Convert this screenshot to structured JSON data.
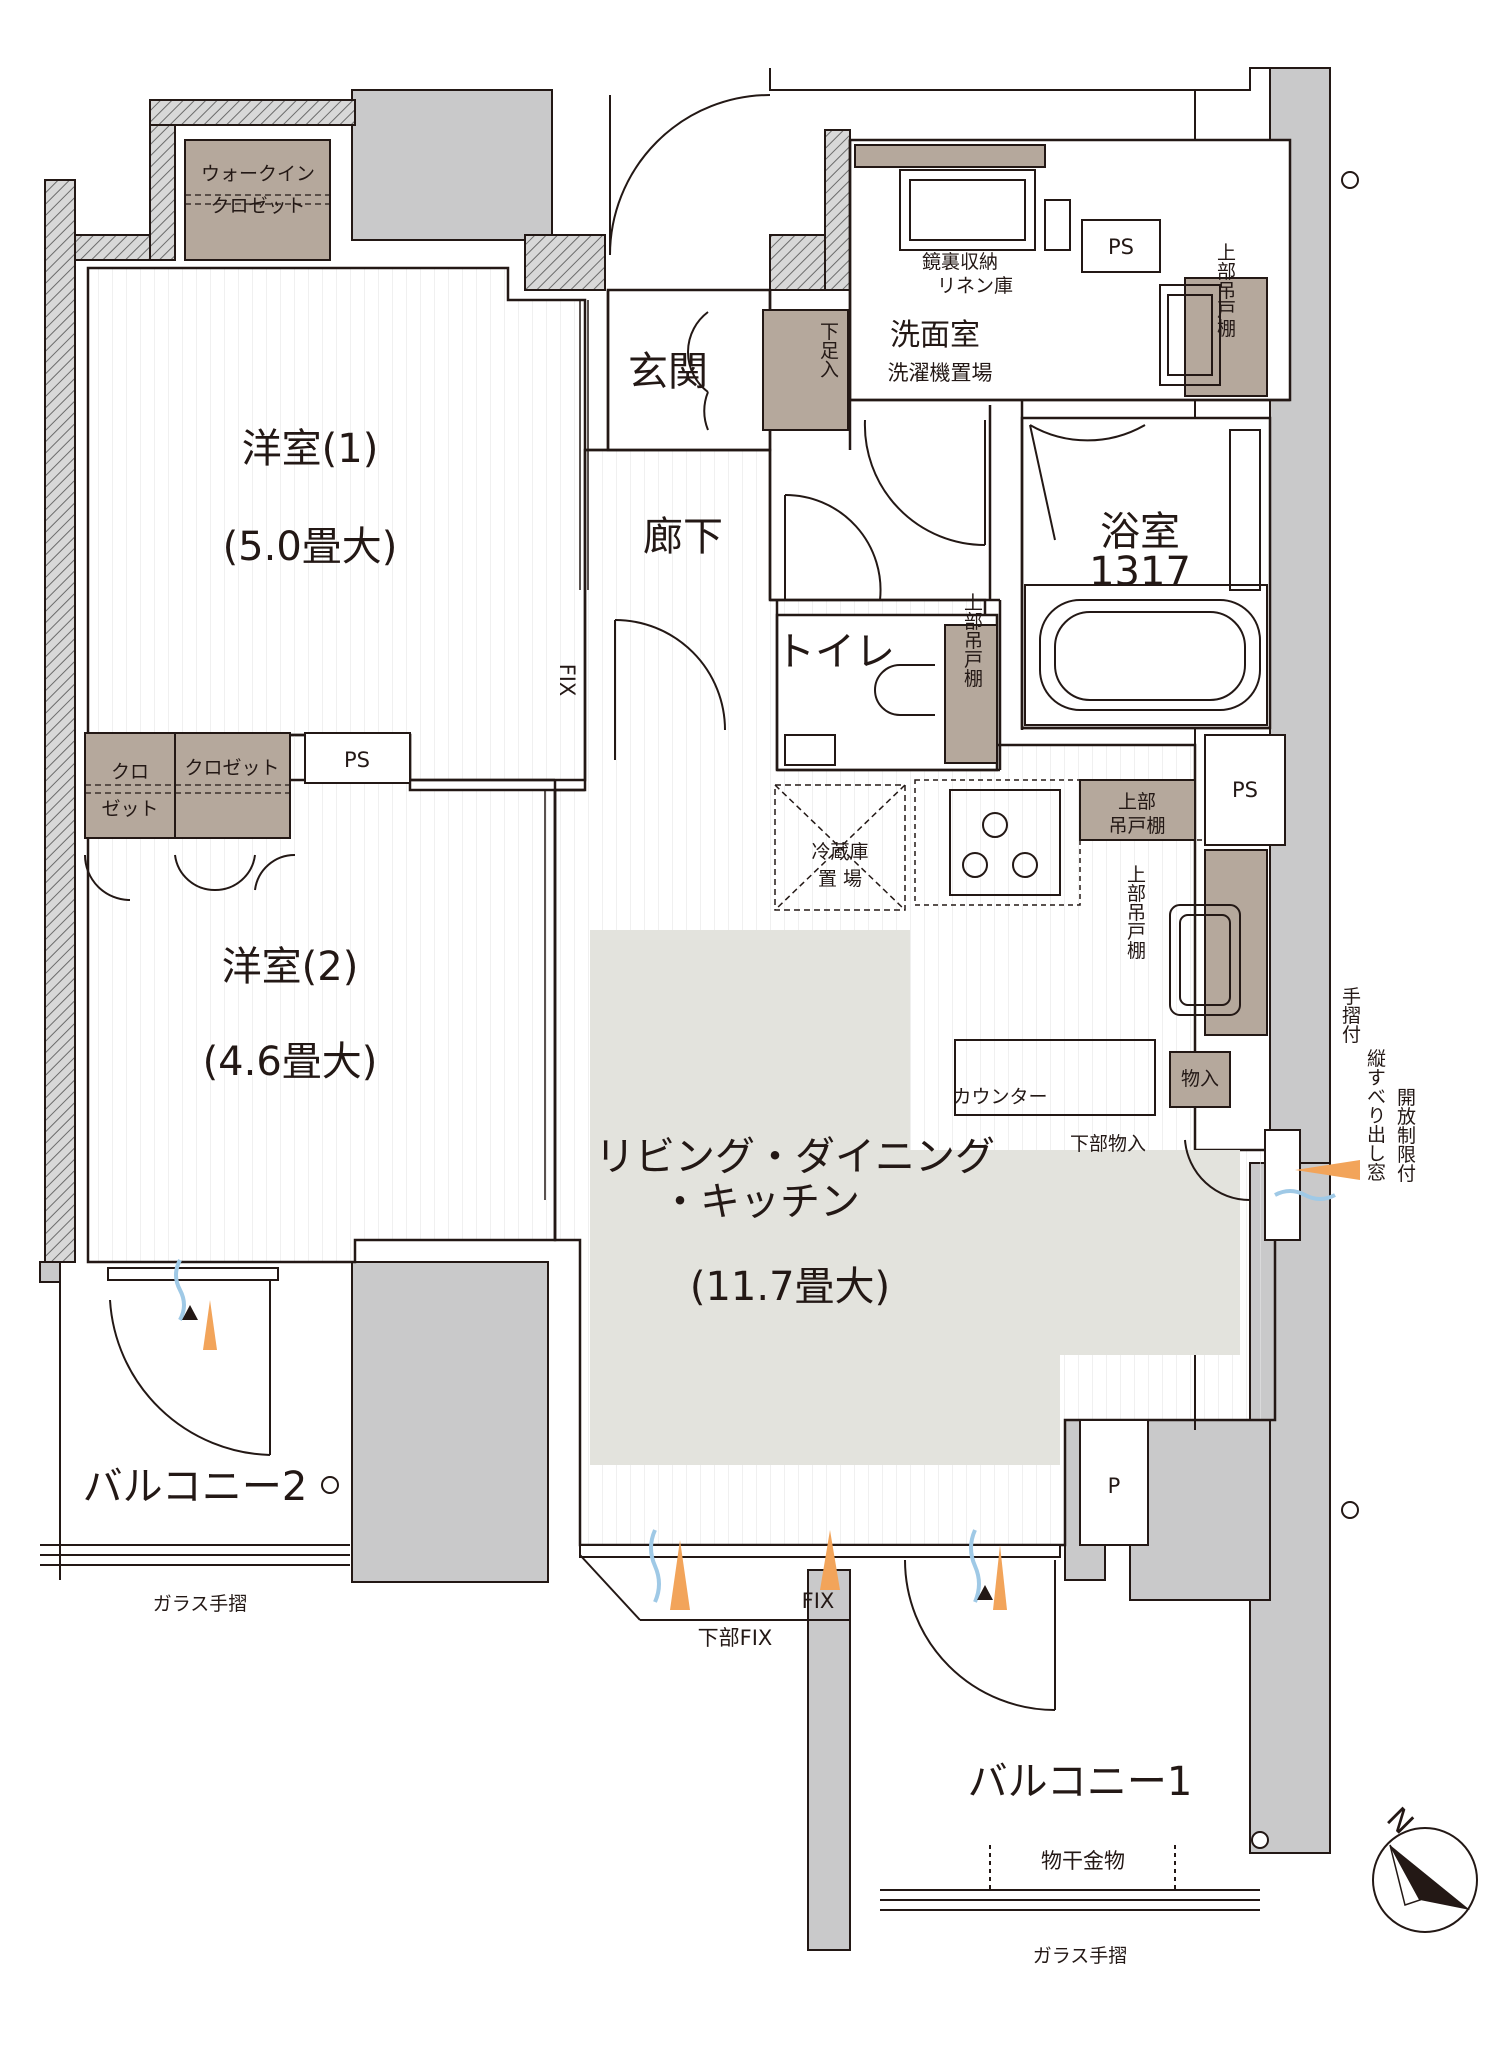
{
  "rooms": {
    "western1_name": "洋室(1)",
    "western1_size": "(5.0畳大)",
    "western2_name": "洋室(2)",
    "western2_size": "(4.6畳大)",
    "ldk_name_line1": "リビング・ダイニング",
    "ldk_name_line2": "・キッチン",
    "ldk_size": "(11.7畳大)",
    "entrance": "玄関",
    "hallway": "廊下",
    "washroom": "洗面室",
    "bathroom": "浴室",
    "bathroom_size": "1317",
    "toilet": "トイレ",
    "balcony1": "バルコニー1",
    "balcony2": "バルコニー2"
  },
  "labels": {
    "walkin_line1": "ウォークイン",
    "walkin_line2": "クロゼット",
    "closet": "クロゼット",
    "closet_small_line1": "クロ",
    "closet_small_line2": "ゼット",
    "ps": "PS",
    "p": "P",
    "shoe_storage": "下足入",
    "mirror_storage": "鏡裏収納",
    "linen": "リネン庫",
    "washer": "洗濯機置場",
    "upper_cabinet": "上部吊戸棚",
    "upper_cabinet_line1": "上部",
    "upper_cabinet_line2": "吊戸棚",
    "fridge_line1": "冷蔵庫",
    "fridge_line2": "置 場",
    "counter": "カウンター",
    "storage": "物入",
    "lower_storage": "下部物入",
    "fix_vertical": "FIX",
    "fix": "FIX",
    "lower_fix": "下部FIX",
    "handrail": "手摺付",
    "window_line1": "開放制限付",
    "window_line2": "縦すべり出し窓",
    "glass_rail": "ガラス手摺",
    "drying_hardware": "物干金物"
  },
  "colors": {
    "wall": "#c9c9ca",
    "storage": "#b5a89c",
    "ldk_highlight": "#e3e3dd",
    "line": "#231815",
    "airflow_orange": "#f2a45a",
    "airflow_blue": "#9fc9e6"
  }
}
